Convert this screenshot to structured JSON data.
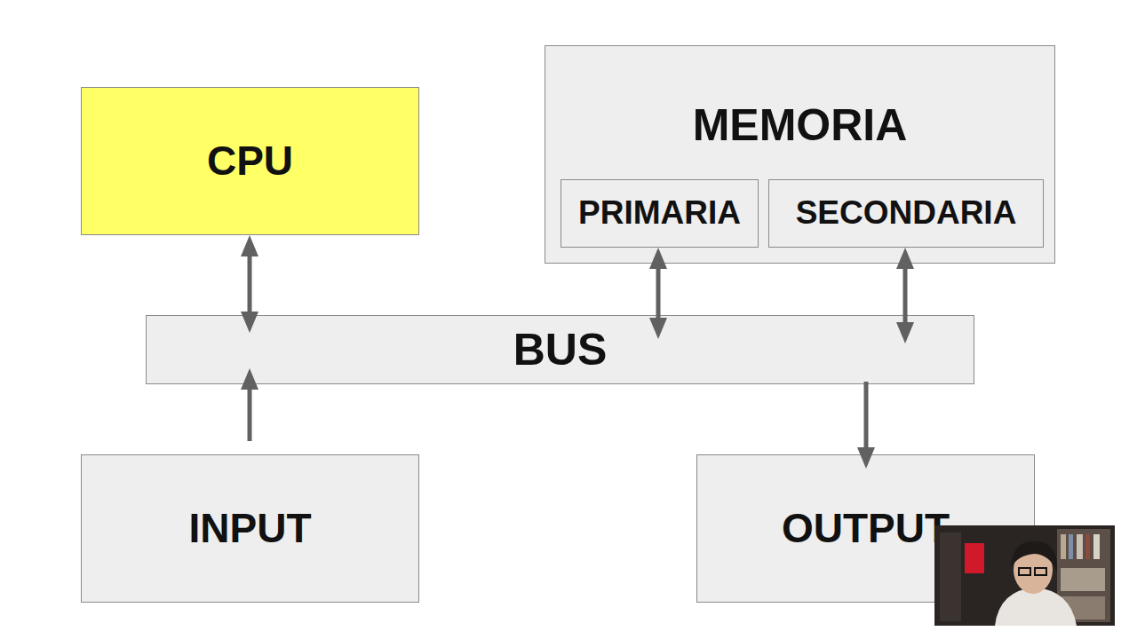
{
  "diagram": {
    "nodes": [
      {
        "text": [
          "CPU"
        ]
      },
      {
        "text": [
          "MEMORIA"
        ]
      },
      {
        "text": [
          "PRIMARIA"
        ],
        "in": 1
      },
      {
        "text": [
          "SECONDARIA"
        ],
        "in": 1
      },
      {
        "text": [
          "BUS"
        ]
      },
      {
        "text": [
          "INPUT"
        ]
      },
      {
        "text": [
          "OUTPUT"
        ]
      }
    ],
    "edges": [
      {
        "from": 0,
        "to": 4,
        "arrow": "both"
      },
      {
        "from": 2,
        "to": 4,
        "arrow": "both"
      },
      {
        "from": 3,
        "to": 4,
        "arrow": "both"
      },
      {
        "from": 5,
        "to": 4,
        "arrow": "to"
      },
      {
        "from": 4,
        "to": 6,
        "arrow": "to"
      }
    ]
  }
}
